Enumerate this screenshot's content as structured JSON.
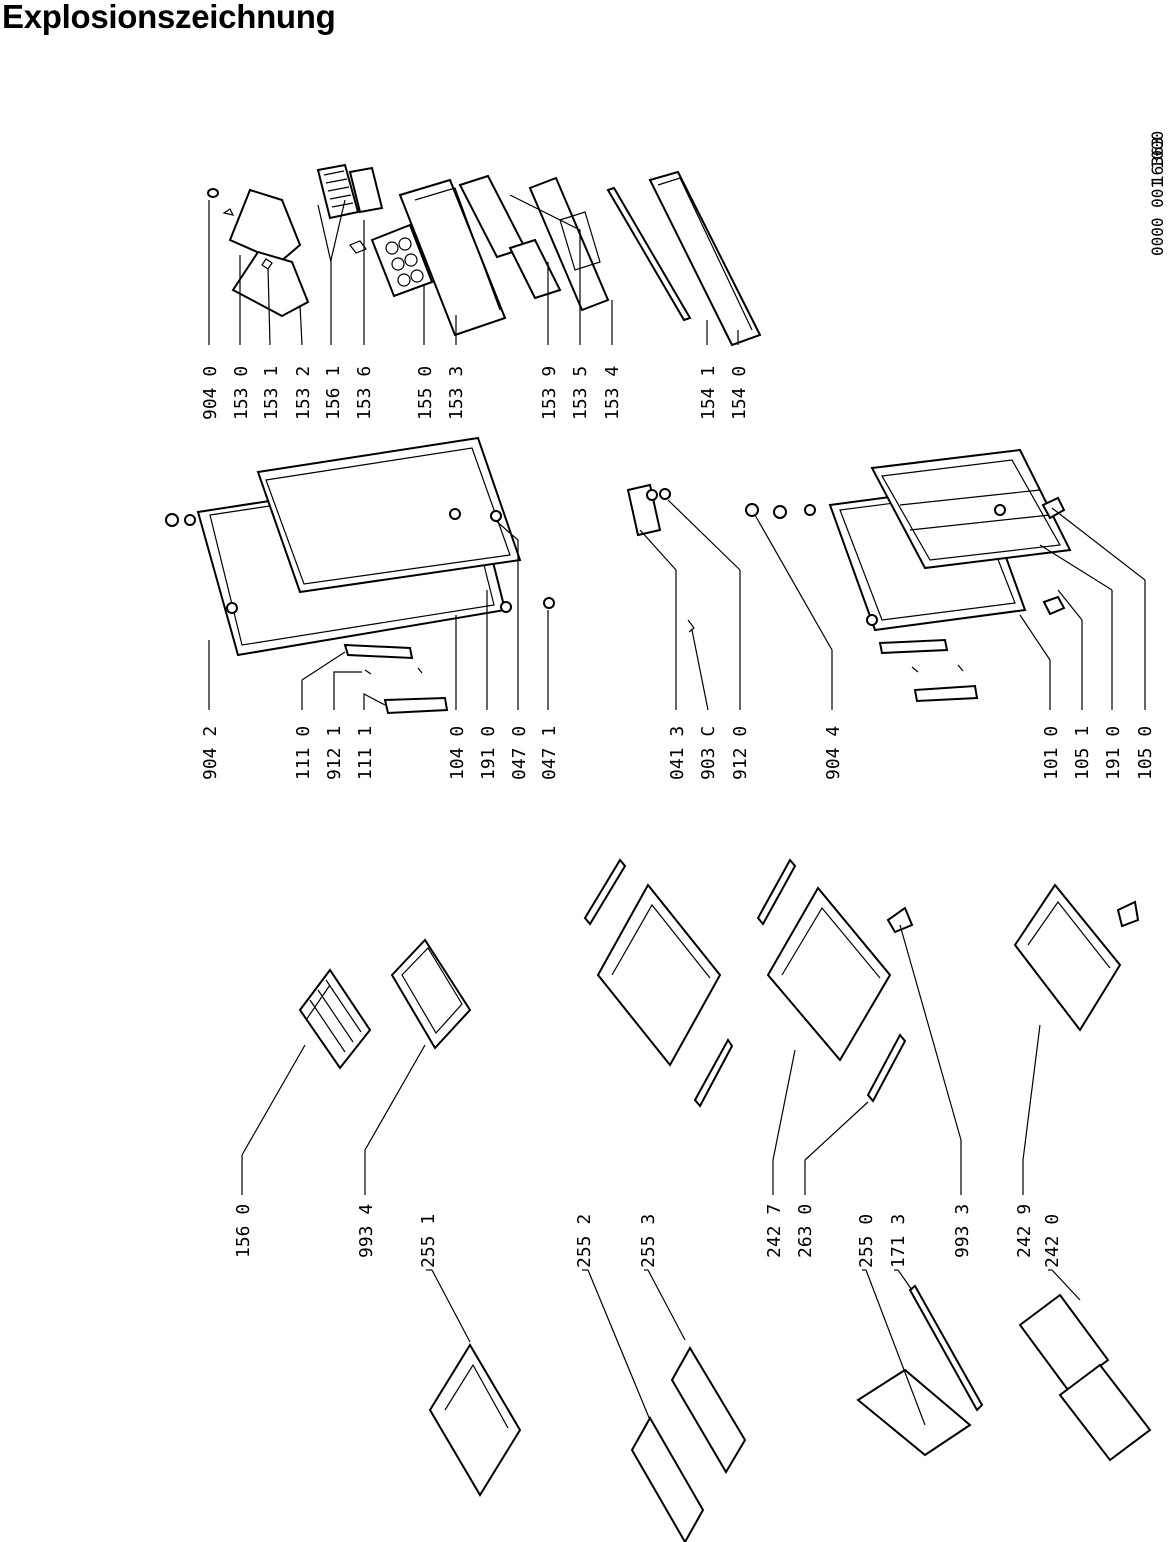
{
  "title": "Explosionszeichnung",
  "drawing_ref": {
    "number": "16363",
    "code": "0000 001 1000"
  },
  "labels": [
    "904 0",
    "153 0",
    "153 1",
    "153 2",
    "156 1",
    "153 6",
    "155 0",
    "153 3",
    "153 9",
    "153 5",
    "153 4",
    "154 1",
    "154 0",
    "904 2",
    "111 0",
    "912 1",
    "111 1",
    "104 0",
    "191 0",
    "047 0",
    "047 1",
    "041 3",
    "903 C",
    "912 0",
    "904 4",
    "101 0",
    "105 1",
    "191 0",
    "105 0",
    "156 0",
    "993 4",
    "255 1",
    "255 2",
    "255 3",
    "242 7",
    "263 0",
    "255 0",
    "171 3",
    "993 3",
    "242 9",
    "242 0"
  ]
}
